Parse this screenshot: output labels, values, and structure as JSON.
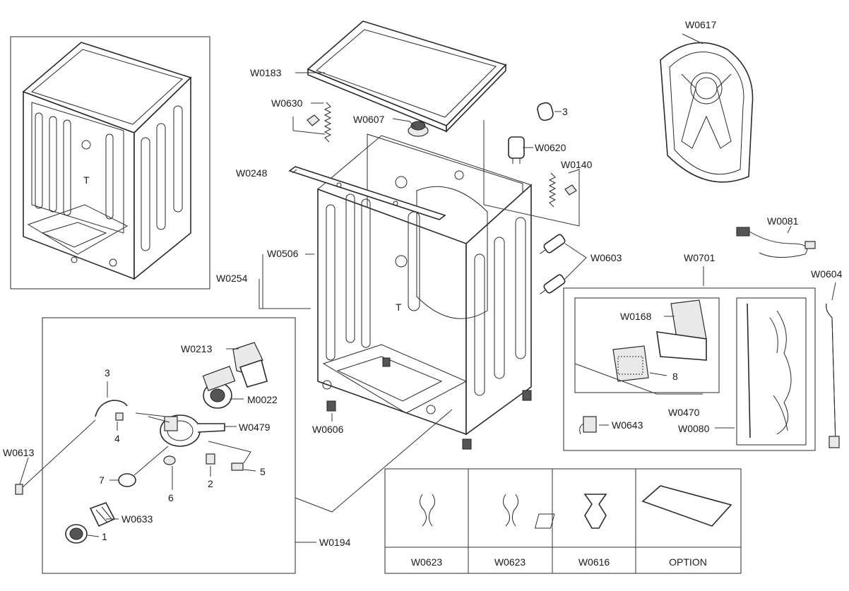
{
  "labels": {
    "W0617": "W0617",
    "W0183": "W0183",
    "W0630": "W0630",
    "W0607": "W0607",
    "n3_top": "3",
    "W0620": "W0620",
    "W0140": "W0140",
    "W0248": "W0248",
    "W0081": "W0081",
    "W0506": "W0506",
    "W0254": "W0254",
    "W0603": "W0603",
    "W0701": "W0701",
    "W0604": "W0604",
    "W0168": "W0168",
    "n8": "8",
    "W0213": "W0213",
    "n3_left": "3",
    "M0022": "M0022",
    "W0479": "W0479",
    "n4": "4",
    "W0613": "W0613",
    "W0606": "W0606",
    "W0470": "W0470",
    "W0643": "W0643",
    "W0080": "W0080",
    "n7": "7",
    "n2": "2",
    "n5": "5",
    "n6": "6",
    "W0633": "W0633",
    "n1": "1",
    "W0194": "W0194"
  },
  "option_table": {
    "cells": [
      "W0623",
      "W0623",
      "W0616",
      "OPTION"
    ]
  }
}
